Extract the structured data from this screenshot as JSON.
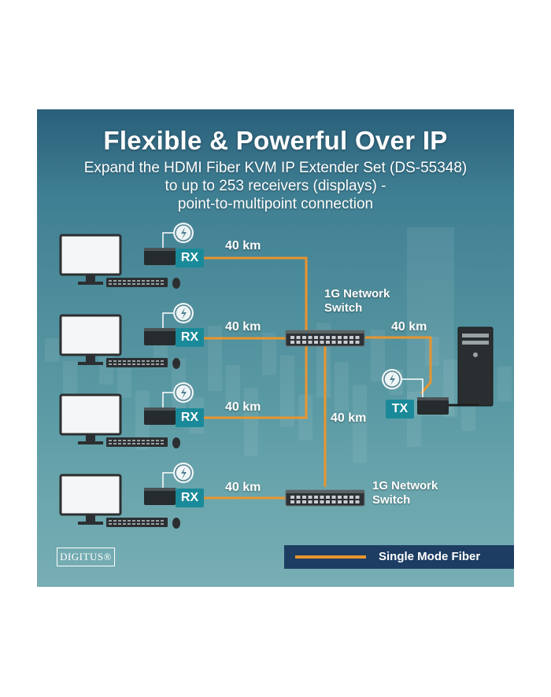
{
  "header": {
    "title": "Flexible & Powerful Over IP",
    "subtitle_lines": [
      "Expand the HDMI Fiber KVM IP Extender Set (DS-55348)",
      "to up to 253 receivers (displays) -",
      "point-to-multipoint connection"
    ]
  },
  "receivers": [
    {
      "label": "RX",
      "distance": "40 km"
    },
    {
      "label": "RX",
      "distance": "40 km"
    },
    {
      "label": "RX",
      "distance": "40 km"
    },
    {
      "label": "RX",
      "distance": "40 km"
    }
  ],
  "switches": [
    {
      "line1": "1G Network",
      "line2": "Switch"
    },
    {
      "line1": "1G Network",
      "line2": "Switch"
    }
  ],
  "transmitter": {
    "label": "TX",
    "distance_to_switch": "40 km",
    "distance_between_switches": "40 km"
  },
  "logo_text": "DIGITUS®",
  "legend": {
    "label": "Single Mode Fiber",
    "line_color": "#e8952e"
  },
  "colors": {
    "fiber": "#e8952e",
    "tag": "#1a8a9a",
    "legend_bg": "#1d3d63"
  },
  "icons": [
    "monitor-icon",
    "keyboard-icon",
    "mouse-icon",
    "power-icon",
    "network-switch-icon",
    "pc-tower-icon"
  ]
}
